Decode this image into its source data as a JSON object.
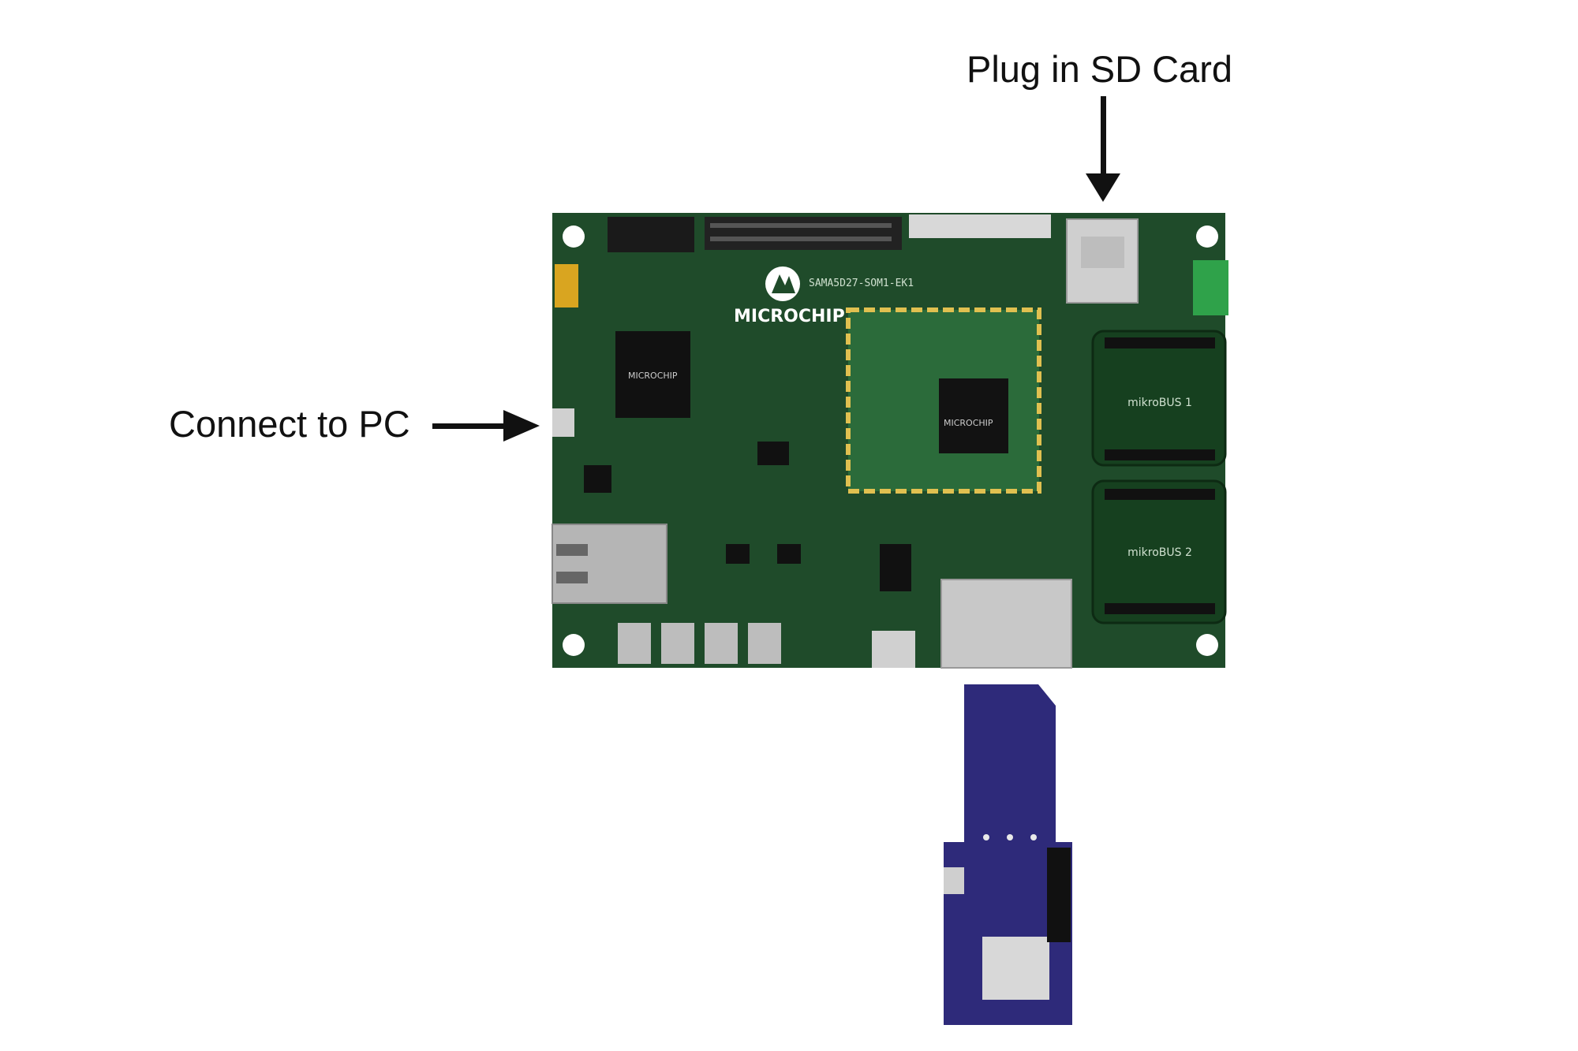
{
  "annotations": {
    "connect_pc": "Connect to PC",
    "plug_sd": "Plug in SD Card"
  },
  "board": {
    "logo_text": "MICROCHIP",
    "model_text": "SAMA5D27-SOM1-EK1",
    "chip_logo_text": "MICROCHIP",
    "mikrobus_1": "mikroBUS 1",
    "mikrobus_2": "mikroBUS 2"
  },
  "colors": {
    "pcb_green": "#1f4b2a",
    "pcb_dark": "#153a1f",
    "som_border": "#e0c050",
    "sd_adapter": "#2e2a7a",
    "text": "#111111"
  },
  "icons": [
    "arrow-right-icon",
    "arrow-down-icon"
  ]
}
